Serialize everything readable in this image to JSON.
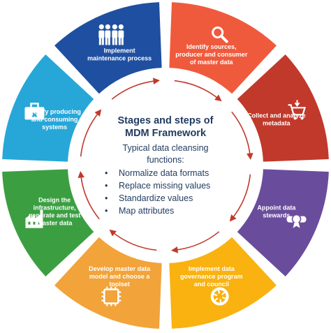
{
  "center": {
    "title_line1": "Stages and steps of",
    "title_line2": "MDM Framework",
    "intro_line1": "Typical data cleansing",
    "intro_line2": "functions:",
    "bullets": [
      "Normalize data formats",
      "Replace missing values",
      "Standardize values",
      "Map attributes"
    ],
    "bullet_char": "•"
  },
  "stages": [
    {
      "lines": [
        "Identify sources,",
        "producer and consumer",
        "of master data"
      ],
      "color": "#f05a3c",
      "icon": "magnifier-icon"
    },
    {
      "lines": [
        "Collect and analyze",
        "metadata"
      ],
      "color": "#c0392b",
      "icon": "shopping-cart-icon"
    },
    {
      "lines": [
        "Appoint data",
        "stewards"
      ],
      "color": "#6a4c9c",
      "icon": "certificate-icon"
    },
    {
      "lines": [
        "Implement data",
        "governance program",
        "and council"
      ],
      "color": "#f9b20f",
      "icon": "aperture-icon"
    },
    {
      "lines": [
        "Develop master data",
        "model and choose a",
        "toolset"
      ],
      "color": "#f2a33a",
      "icon": "chip-icon"
    },
    {
      "lines": [
        "Design the",
        "infrastructure,",
        "generate and test",
        "master data"
      ],
      "color": "#3b9f42",
      "icon": "factory-icon"
    },
    {
      "lines": [
        "Modify producing",
        "and consuming",
        "systems"
      ],
      "color": "#27a7d8",
      "icon": "toolbox-icon"
    },
    {
      "lines": [
        "Implement",
        "maintenance process"
      ],
      "color": "#1f4fa0",
      "icon": "people-icon"
    }
  ],
  "colors": {
    "arrow": "#c0392b",
    "center_text": "#1f3a5f"
  }
}
